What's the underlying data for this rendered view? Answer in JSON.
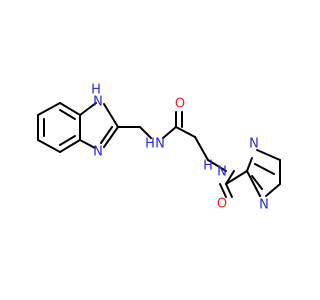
{
  "molecule": {
    "atoms": {
      "nh_imidazole": "H",
      "n_imidazole_h": "N",
      "n_imidazole": "N",
      "n_amide_left": "N",
      "h_amide_left": "H",
      "o_amide_left": "O",
      "n_amide_right": "N",
      "h_amide_right": "H",
      "o_amide_right": "O",
      "n_pyrazine_top": "N",
      "n_pyrazine_bottom": "N"
    },
    "colors": {
      "carbon_bond": "#000000",
      "nitrogen": "#2a2ad6",
      "oxygen": "#ee2222"
    }
  }
}
